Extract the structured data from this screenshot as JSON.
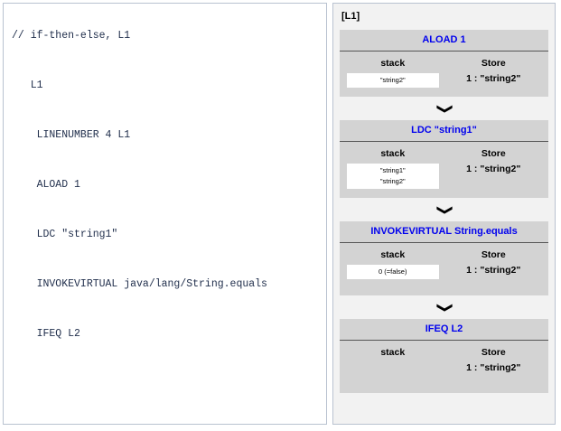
{
  "code_panel": {
    "language": "jvm-bytecode",
    "lines": [
      "// if-then-else, L1",
      "   L1",
      "    LINENUMBER 4 L1",
      "    ALOAD 1",
      "    LDC \"string1\"",
      "    INVOKEVIRTUAL java/lang/String.equals",
      "    IFEQ L2"
    ]
  },
  "trace_panel": {
    "label": "[L1]",
    "arrow_icon": "chevron-down-icon",
    "stack_heading": "stack",
    "store_heading": "Store",
    "accent_color": "#0000ee",
    "block_bg": "#d3d3d3",
    "panel_bg": "#f2f2f2",
    "steps": [
      {
        "instruction": "ALOAD 1",
        "stack": [
          "\"string2\""
        ],
        "store": "1 : \"string2\""
      },
      {
        "instruction": "LDC \"string1\"",
        "stack": [
          "\"string1\"",
          "\"string2\""
        ],
        "store": "1 : \"string2\""
      },
      {
        "instruction": "INVOKEVIRTUAL String.equals",
        "stack": [
          "0 (=false)"
        ],
        "store": "1 : \"string2\""
      },
      {
        "instruction": "IFEQ L2",
        "stack": [],
        "store": "1 : \"string2\""
      }
    ]
  }
}
